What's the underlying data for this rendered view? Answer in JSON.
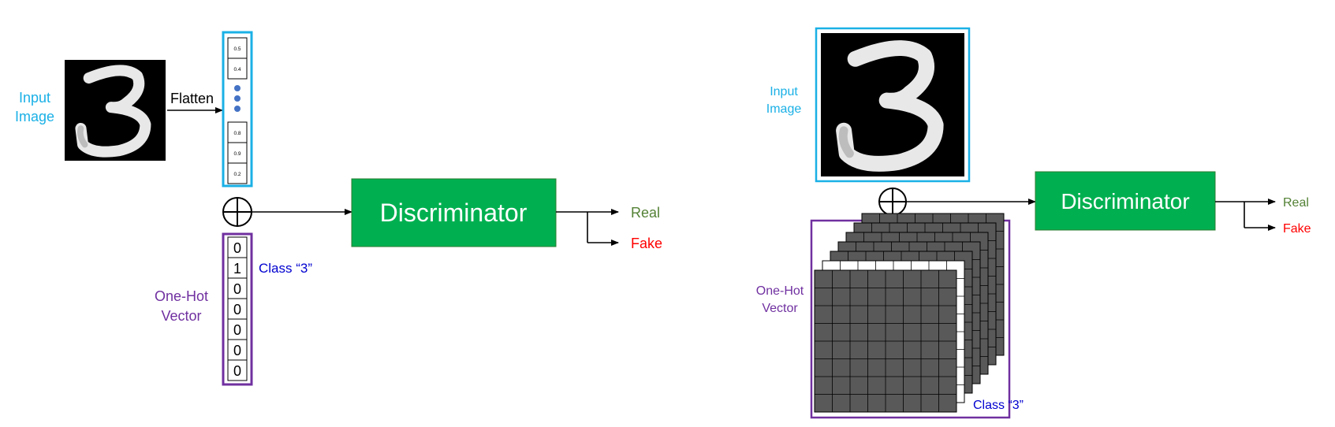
{
  "left_panel": {
    "input_label": [
      "Input",
      "Image"
    ],
    "flatten_label": "Flatten",
    "flat_values_top": [
      "0.5",
      "0.4"
    ],
    "flat_values_bottom": [
      "0.8",
      "0.9",
      "0.2"
    ],
    "onehot_label": [
      "One-Hot",
      "Vector"
    ],
    "onehot_values": [
      "0",
      "1",
      "0",
      "0",
      "0",
      "0",
      "0"
    ],
    "class_label": "Class “3”",
    "discriminator_label": "Discriminator",
    "output_real": "Real",
    "output_fake": "Fake"
  },
  "right_panel": {
    "input_label": [
      "Input",
      "Image"
    ],
    "onehot_label": [
      "One-Hot",
      "Vector"
    ],
    "class_label": "Class “3”",
    "discriminator_label": "Discriminator",
    "output_real": "Real",
    "output_fake": "Fake"
  },
  "colors": {
    "discriminator_fill": "#00b050",
    "input_frame": "#1ab0e6",
    "onehot_frame": "#7030a0",
    "feature_map": "#595959",
    "class_text": "#0000d0",
    "real_text": "#538135",
    "fake_text": "#ff0000"
  },
  "icons": {
    "combine": "circle-plus-icon",
    "input_image": "digit-3-image"
  }
}
